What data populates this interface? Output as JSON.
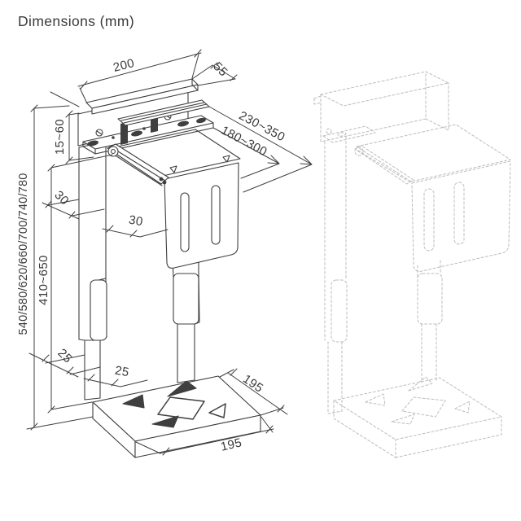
{
  "title": "Dimensions (mm)",
  "colors": {
    "line": "#3f3f3f",
    "ghost": "#bcbcbc",
    "text": "#3a3a3a",
    "background": "#ffffff"
  },
  "labels": {
    "shelf_width": "200",
    "shelf_depth": "55",
    "tray_travel_outer": "230~350",
    "tray_travel_inner": "180~300",
    "clamp_height_range": "15~60",
    "overall_heights": "540/580/620/660/700/740/780",
    "height_adjust_range": "410~650",
    "column_depth_upper": "30",
    "column_width_upper": "30",
    "column_depth_lower": "25",
    "column_width_lower": "25",
    "base_depth": "195",
    "base_width": "195"
  }
}
